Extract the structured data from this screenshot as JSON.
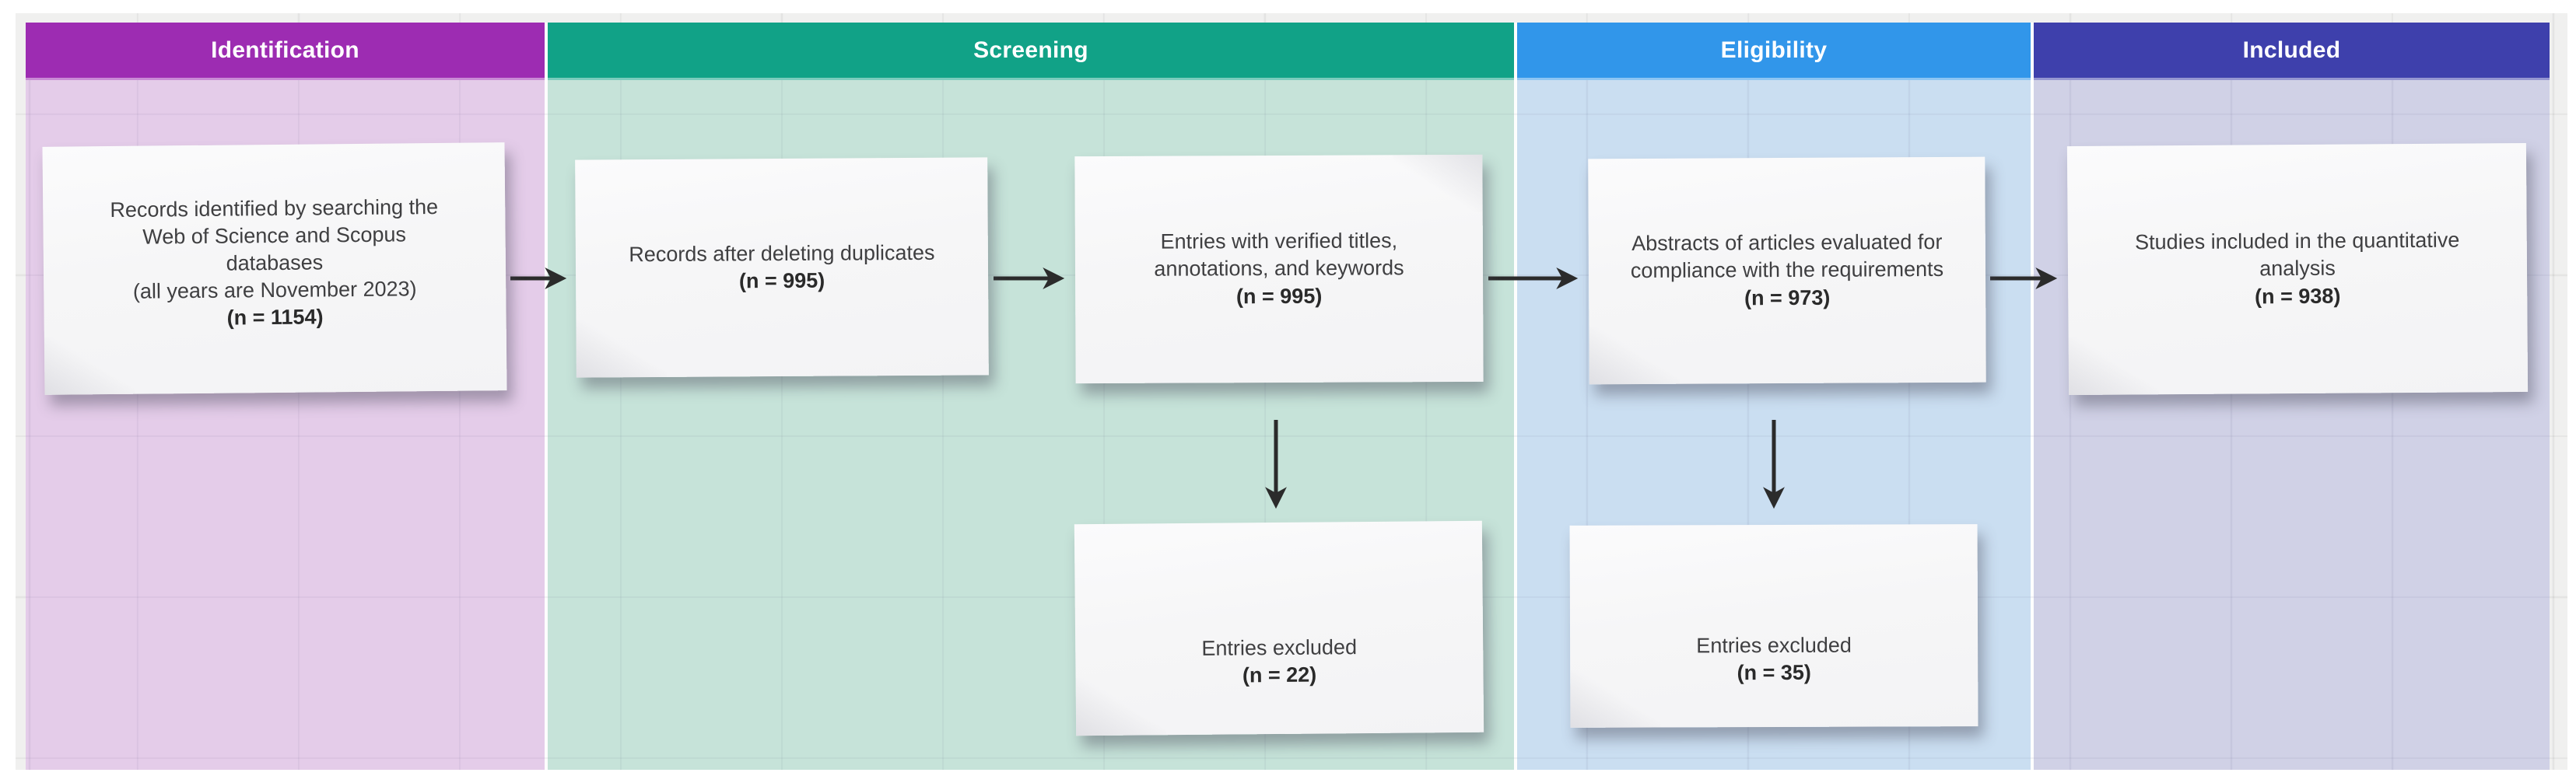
{
  "diagram": {
    "kind": "PRISMA-style flow diagram on a whiteboard grid",
    "arrow_color": "#2b2b2b",
    "note_color": "#f8f8f9"
  },
  "columns": [
    {
      "label": "Identification",
      "header_color": "#9d2cb2",
      "lane_color": "#e4cce9"
    },
    {
      "label": "Screening",
      "header_color": "#11a287",
      "lane_color": "#c6e3d9"
    },
    {
      "label": "Eligibility",
      "header_color": "#3196ea",
      "lane_color": "#cadef1"
    },
    {
      "label": "Included",
      "header_color": "#3e40ac",
      "lane_color": "#d0d1e6"
    }
  ],
  "boxes": [
    {
      "id": "records-identified",
      "column": "Identification",
      "lines": "Records identified by searching the\nWeb of Science and Scopus\ndatabases\n(all years are November 2023)",
      "n": "(n = 1154)"
    },
    {
      "id": "after-duplicates",
      "column": "Screening",
      "lines": "Records after deleting duplicates",
      "n": "(n = 995)"
    },
    {
      "id": "verified-entries",
      "column": "Screening",
      "lines": "Entries with verified titles,\nannotations, and keywords",
      "n": "(n = 995)"
    },
    {
      "id": "abstracts-evaluated",
      "column": "Eligibility",
      "lines": "Abstracts of articles evaluated for\ncompliance with the requirements",
      "n": "(n = 973)"
    },
    {
      "id": "studies-included",
      "column": "Included",
      "lines": "Studies included in the quantitative\nanalysis",
      "n": "(n = 938)"
    },
    {
      "id": "excluded-screening",
      "column": "Screening",
      "lines": "Entries excluded",
      "n": "(n = 22)"
    },
    {
      "id": "excluded-eligibility",
      "column": "Eligibility",
      "lines": "Entries excluded",
      "n": "(n = 35)"
    }
  ],
  "arrows": [
    {
      "from": "records-identified",
      "to": "after-duplicates",
      "direction": "right"
    },
    {
      "from": "after-duplicates",
      "to": "verified-entries",
      "direction": "right"
    },
    {
      "from": "verified-entries",
      "to": "abstracts-evaluated",
      "direction": "right"
    },
    {
      "from": "abstracts-evaluated",
      "to": "studies-included",
      "direction": "right"
    },
    {
      "from": "verified-entries",
      "to": "excluded-screening",
      "direction": "down"
    },
    {
      "from": "abstracts-evaluated",
      "to": "excluded-eligibility",
      "direction": "down"
    }
  ]
}
